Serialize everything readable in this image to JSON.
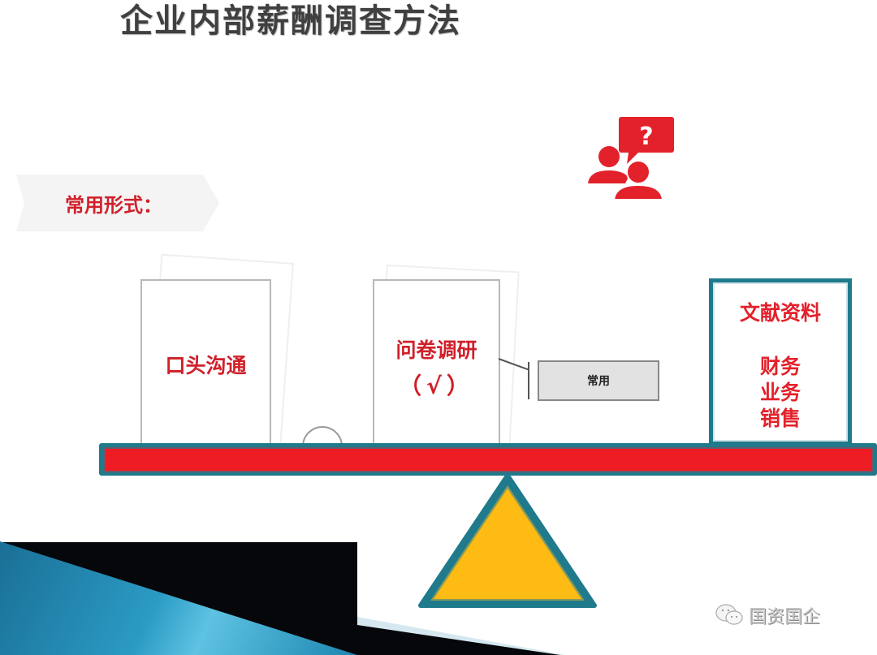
{
  "slide": {
    "title": "企业内部薪酬调查方法",
    "section_label": "常用形式：",
    "icon": "people-question-icon",
    "colors": {
      "accent_red": "#ee1c25",
      "text_red": "#d0202a",
      "teal": "#1f7a8c",
      "fulcrum_yellow": "#fdbb13",
      "title_gray": "#404040"
    }
  },
  "cards": [
    {
      "label": "口头沟通"
    },
    {
      "label": "问卷调研",
      "mark": "（√）"
    },
    {
      "title": "文献资料",
      "items": [
        "财务",
        "业务",
        "销售"
      ]
    }
  ],
  "callout": {
    "label": "常用"
  },
  "watermark": {
    "icon": "wechat-icon",
    "text": "国资国企"
  }
}
